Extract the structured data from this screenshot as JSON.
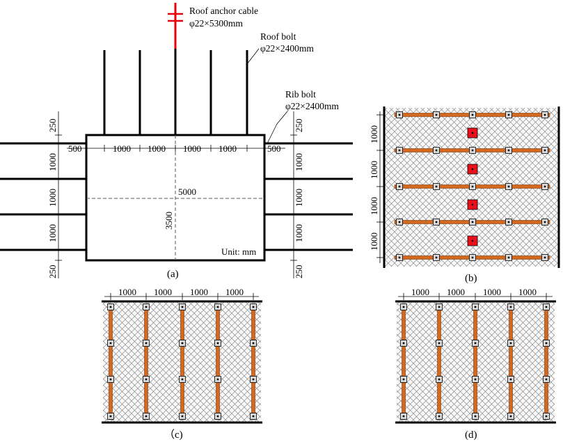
{
  "colors": {
    "anchor_cable": "#e8000b",
    "strap": "#d2691e",
    "plate": "#e8111b",
    "mesh": "#8a8a8a"
  },
  "panel_a": {
    "caption": "(a)",
    "anchor_cable_label": "Roof anchor cable",
    "anchor_cable_spec": "φ22×5300mm",
    "roof_bolt_label": "Roof bolt",
    "roof_bolt_spec": "φ22×2400mm",
    "rib_bolt_label": "Rib bolt",
    "rib_bolt_spec": "φ22×2400mm",
    "width_label": "5000",
    "height_label": "3500",
    "unit_label": "Unit: mm",
    "top_spacings": [
      "500",
      "1000",
      "1000",
      "1000",
      "1000",
      "500"
    ],
    "left_spacings": [
      "250",
      "1000",
      "1000",
      "1000",
      "250"
    ],
    "right_spacings": [
      "250",
      "1000",
      "1000",
      "1000",
      "250"
    ]
  },
  "panel_b": {
    "caption": "(b)",
    "spacings": [
      "1000",
      "1000",
      "1000",
      "1000"
    ]
  },
  "panel_c": {
    "caption": "（c)",
    "spacings": [
      "1000",
      "1000",
      "1000",
      "1000"
    ]
  },
  "panel_d": {
    "caption": "(d)",
    "spacings": [
      "1000",
      "1000",
      "1000",
      "1000"
    ]
  }
}
